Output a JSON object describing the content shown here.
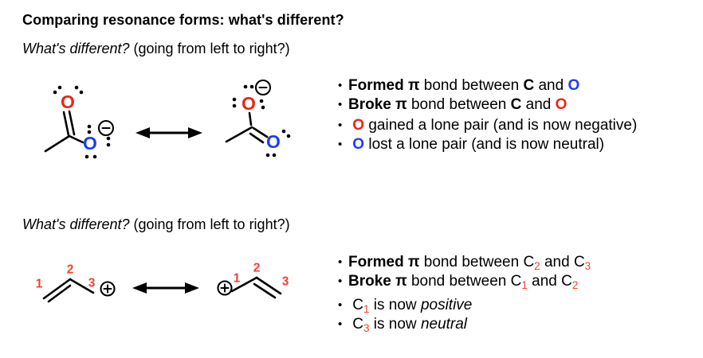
{
  "colors": {
    "oxygen_red": "#ee2511",
    "oxygen_blue": "#1d3df2",
    "label_red": "#f5402e",
    "ink": "#000000"
  },
  "header": {
    "title": "Comparing resonance forms: what's different?"
  },
  "icons": {
    "resonance_arrow": "double-headed-arrow",
    "minus_charge": "circled-minus",
    "plus_charge": "circled-plus"
  },
  "sections": [
    {
      "prompt": {
        "italic": "What's different?",
        "rest": " (going from left to right?)"
      },
      "bullets": [
        {
          "marker": "•",
          "spans": [
            {
              "t": "Formed π",
              "b": 1
            },
            {
              "t": " bond between "
            },
            {
              "t": "C",
              "b": 1
            },
            {
              "t": " and "
            },
            {
              "t": "O",
              "b": 1,
              "c": "oxygen_blue"
            }
          ]
        },
        {
          "marker": "•",
          "spans": [
            {
              "t": "Broke π",
              "b": 1
            },
            {
              "t": " bond between "
            },
            {
              "t": "C",
              "b": 1
            },
            {
              "t": " and "
            },
            {
              "t": "O",
              "b": 1,
              "c": "oxygen_red"
            }
          ]
        },
        {
          "marker": "•",
          "spans": [
            {
              "t": " "
            },
            {
              "t": "O",
              "b": 1,
              "c": "oxygen_red"
            },
            {
              "t": " gained a lone pair (and is now negative)"
            }
          ]
        },
        {
          "marker": "•",
          "spans": [
            {
              "t": " "
            },
            {
              "t": "O",
              "b": 1,
              "c": "oxygen_blue"
            },
            {
              "t": " lost a lone pair (and is now neutral)"
            }
          ]
        }
      ]
    },
    {
      "prompt": {
        "italic": "What's different?",
        "rest": " (going from left to right?)"
      },
      "bullets": [
        {
          "marker": "•",
          "spans": [
            {
              "t": "Formed π",
              "b": 1
            },
            {
              "t": " bond between C"
            },
            {
              "t": "2",
              "sub": 1,
              "c": "label_red"
            },
            {
              "t": " and C"
            },
            {
              "t": "3",
              "sub": 1,
              "c": "label_red"
            }
          ]
        },
        {
          "marker": "•",
          "spans": [
            {
              "t": "Broke π",
              "b": 1
            },
            {
              "t": " bond between C"
            },
            {
              "t": "1",
              "sub": 1,
              "c": "label_red"
            },
            {
              "t": " and C"
            },
            {
              "t": "2",
              "sub": 1,
              "c": "label_red"
            }
          ]
        },
        {
          "marker": "•",
          "spans": [
            {
              "t": " C"
            },
            {
              "t": "1",
              "sub": 1,
              "c": "label_red"
            },
            {
              "t": " is now "
            },
            {
              "t": "positive",
              "i": 1
            }
          ]
        },
        {
          "marker": "•",
          "spans": [
            {
              "t": "  C"
            },
            {
              "t": "3",
              "sub": 1,
              "c": "label_red"
            },
            {
              "t": " is now "
            },
            {
              "t": "neutral",
              "i": 1
            }
          ]
        }
      ]
    }
  ],
  "molecules": {
    "acetate_left": {
      "o_top": "O",
      "o_right": "O"
    },
    "acetate_right": {
      "o_top": "O",
      "o_right": "O"
    },
    "allyl_left": {
      "l1": "1",
      "l2": "2",
      "l3": "3"
    },
    "allyl_right": {
      "l1": "1",
      "l2": "2",
      "l3": "3"
    }
  }
}
